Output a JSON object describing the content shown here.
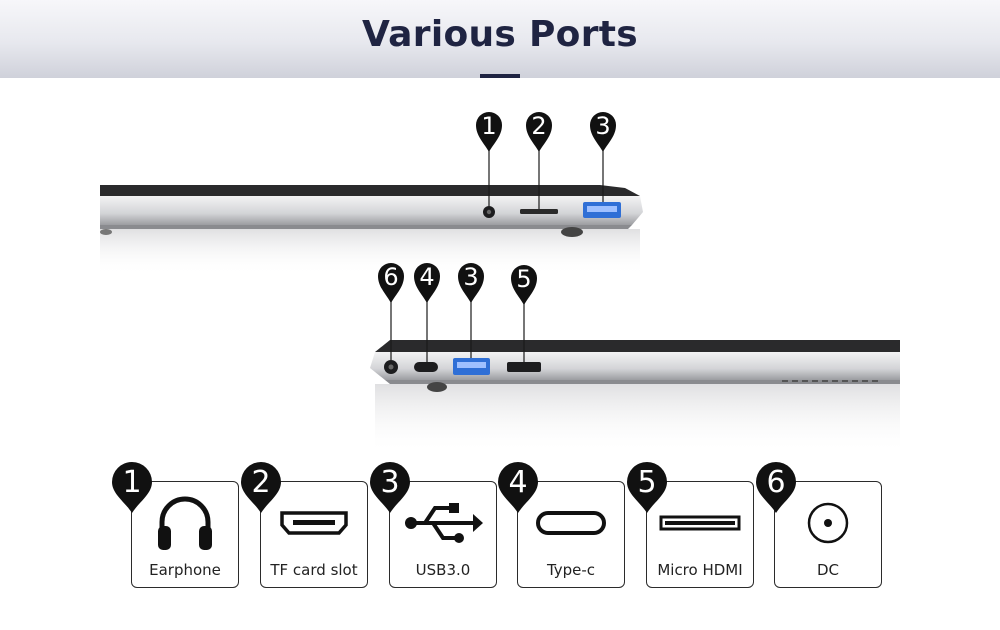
{
  "header": {
    "title": "Various Ports"
  },
  "callouts_top": [
    "1",
    "2",
    "3"
  ],
  "callouts_bottom": [
    "6",
    "4",
    "3",
    "5"
  ],
  "ports": [
    {
      "number": "1",
      "label": "Earphone",
      "icon": "headphones-icon"
    },
    {
      "number": "2",
      "label": "TF card slot",
      "icon": "hdmi-slot-icon"
    },
    {
      "number": "3",
      "label": "USB3.0",
      "icon": "usb-icon"
    },
    {
      "number": "4",
      "label": "Type-c",
      "icon": "type-c-icon"
    },
    {
      "number": "5",
      "label": "Micro HDMI",
      "icon": "card-slot-icon"
    },
    {
      "number": "6",
      "label": "DC",
      "icon": "dc-power-icon"
    }
  ],
  "colors": {
    "title": "#1f2442",
    "pin": "#111111",
    "usb_blue": "#2f6fd6"
  }
}
